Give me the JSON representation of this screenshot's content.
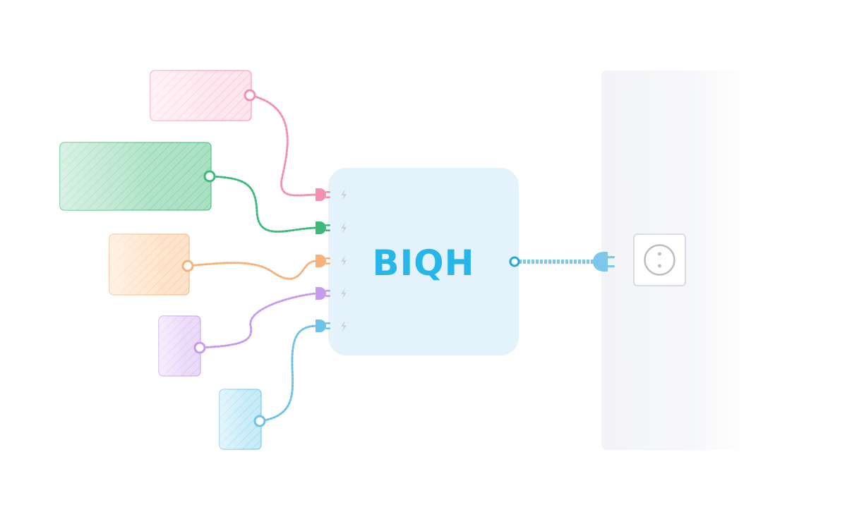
{
  "hub": {
    "title": "BIQH",
    "fill": "#e4f2fb",
    "title_color": "#27b6e8",
    "bolt_color": "#c9d3da",
    "port_icon": "lightning-bolt-icon"
  },
  "wall": {
    "fill": "#f4f5f8",
    "socket_icon": "wall-socket-icon",
    "plug_icon": "power-plug-icon",
    "cable_color": "#7cc7ea"
  },
  "devices": [
    {
      "id": "pink",
      "color": "#f58fb1",
      "fill": "#fde5ee"
    },
    {
      "id": "green",
      "color": "#3cbb78",
      "fill": "#a9e0c2"
    },
    {
      "id": "orange",
      "color": "#f7b27a",
      "fill": "#fde3c8"
    },
    {
      "id": "purple",
      "color": "#c79af0",
      "fill": "#ead9f8"
    },
    {
      "id": "blue",
      "color": "#6cc2e8",
      "fill": "#c6ebf8"
    }
  ]
}
